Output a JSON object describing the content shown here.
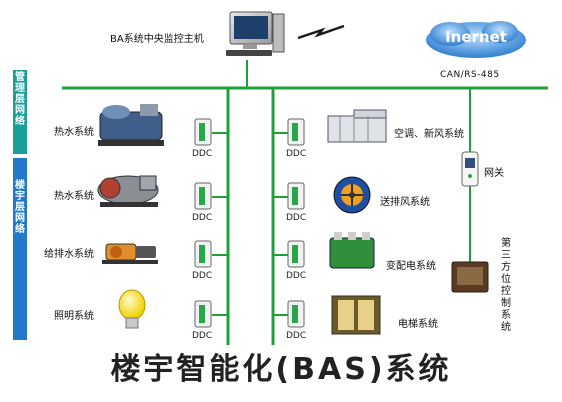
{
  "title": "楼宇智能化(BAS)系统",
  "central_host": "BA系统中央监控主机",
  "internet_label": "Inernet",
  "protocol_label": "CAN/RS-485",
  "layers": {
    "management": "管理层网络",
    "building": "楼宇层网络"
  },
  "controller_label": "DDC",
  "left_systems": [
    "热水系统",
    "热水系统",
    "给排水系统",
    "照明系统"
  ],
  "right_systems": [
    "空调、新风系统",
    "送排风系统",
    "变配电系统",
    "电梯系统"
  ],
  "gateway": "网关",
  "third_party": "第三方位控制系统",
  "colors": {
    "bus": "#1fa13a",
    "management_bar": "#1a9e9a",
    "building_bar": "#2279c9",
    "cloud": "#3f8fd9"
  }
}
